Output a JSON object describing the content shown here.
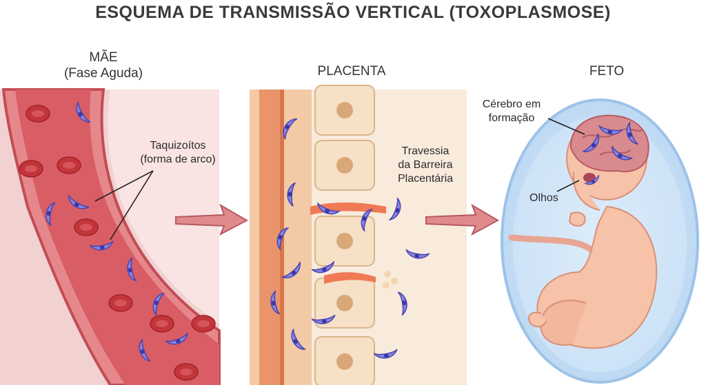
{
  "title": "ESQUEMA DE TRANSMISSÃO VERTICAL (TOXOPLASMOSE)",
  "sections": {
    "mother": {
      "heading": "MÃE",
      "subheading": "(Fase Aguda)"
    },
    "placenta": {
      "heading": "PLACENTA"
    },
    "fetus": {
      "heading": "FETO"
    }
  },
  "labels": {
    "tachyzoites_line1": "Taquizoítos",
    "tachyzoites_line2": "(forma de arco)",
    "crossing_line1": "Travessia",
    "crossing_line2": "da Barreira",
    "crossing_line3": "Placentária",
    "brain_line1": "Cérebro em",
    "brain_line2": "formação",
    "eyes": "Olhos"
  },
  "colors": {
    "parasite": "#8a86e0",
    "parasite_nucleus": "#3b35a8",
    "blood_cell": "#c2353a",
    "vessel_wall": "#d9656b",
    "placenta_cells": "#f4dcc0",
    "amniotic_sac": "#cfe3f7",
    "arrow": "#d9777c"
  }
}
